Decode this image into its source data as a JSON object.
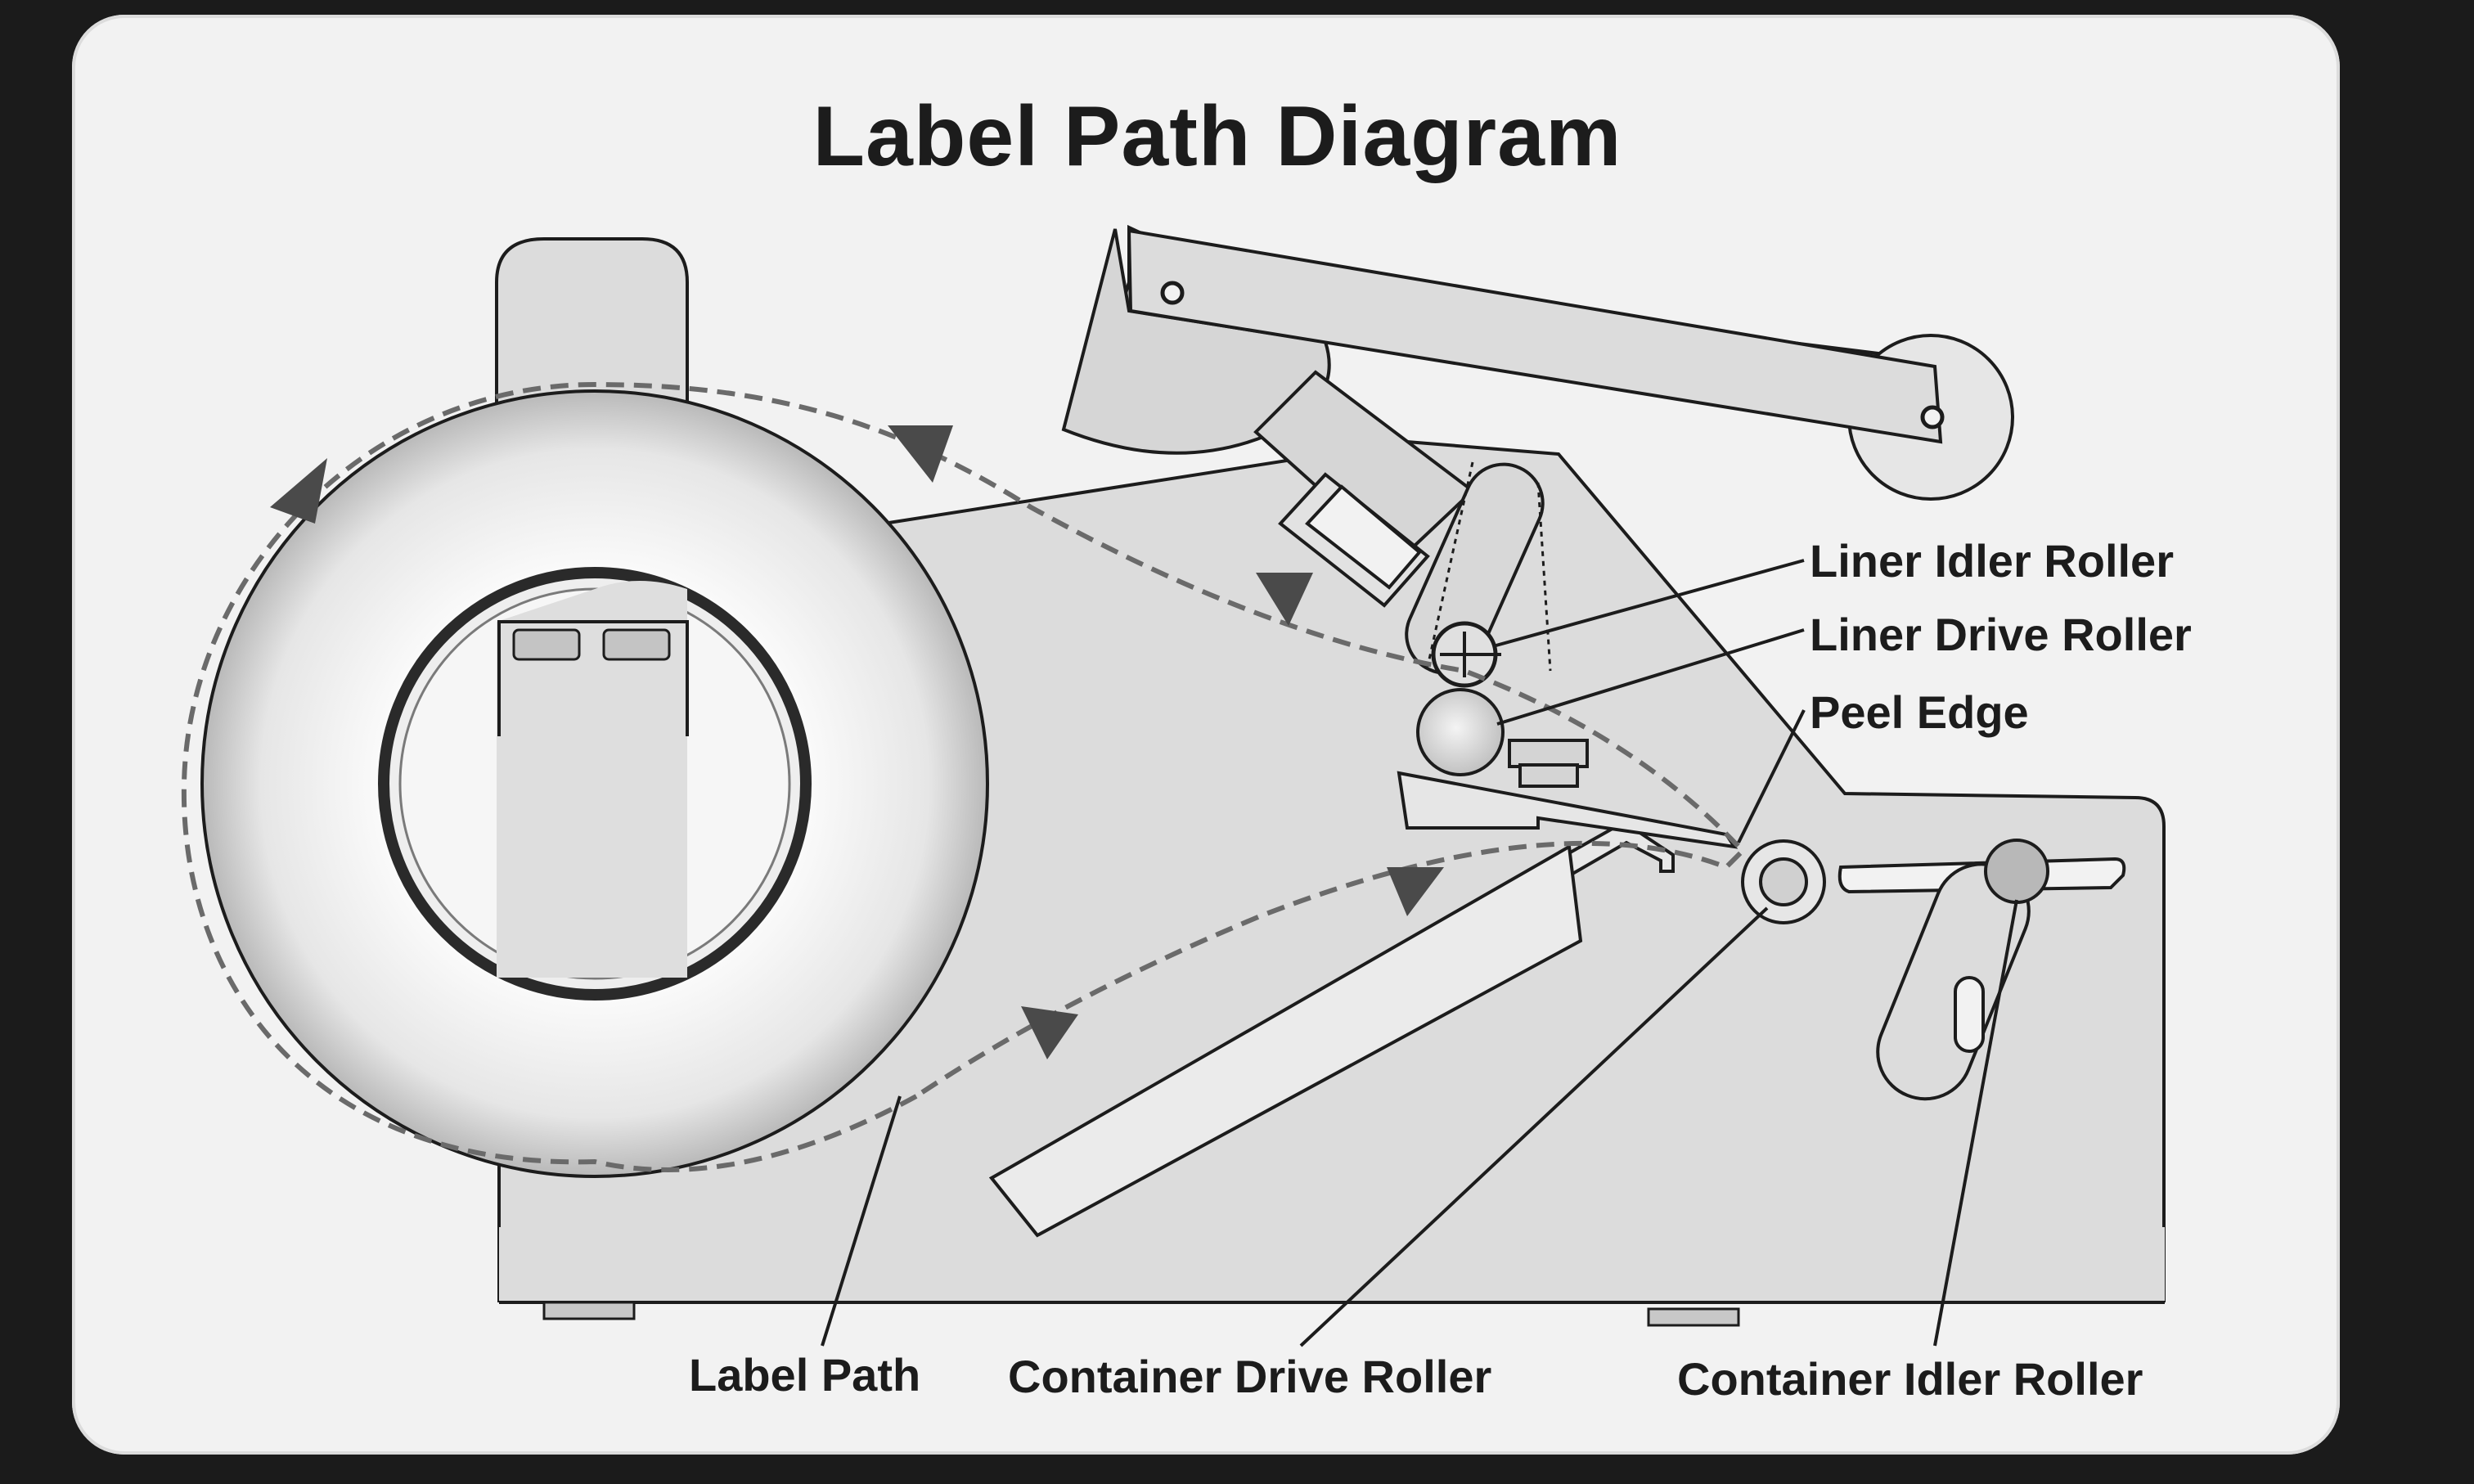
{
  "diagram": {
    "title": "Label Path Diagram",
    "labels": {
      "liner_idler_roller": "Liner Idler Roller",
      "liner_drive_roller": "Liner Drive Roller",
      "peel_edge": "Peel Edge",
      "label_path": "Label Path",
      "container_drive_roller": "Container Drive Roller",
      "container_idler_roller": "Container Idler Roller"
    }
  },
  "colors": {
    "card": "#f2f2f2",
    "ink": "#1c1c1c",
    "body_fill": "#dedede",
    "path_dash": "#6a6a6a",
    "arrow": "#4a4a4a"
  }
}
